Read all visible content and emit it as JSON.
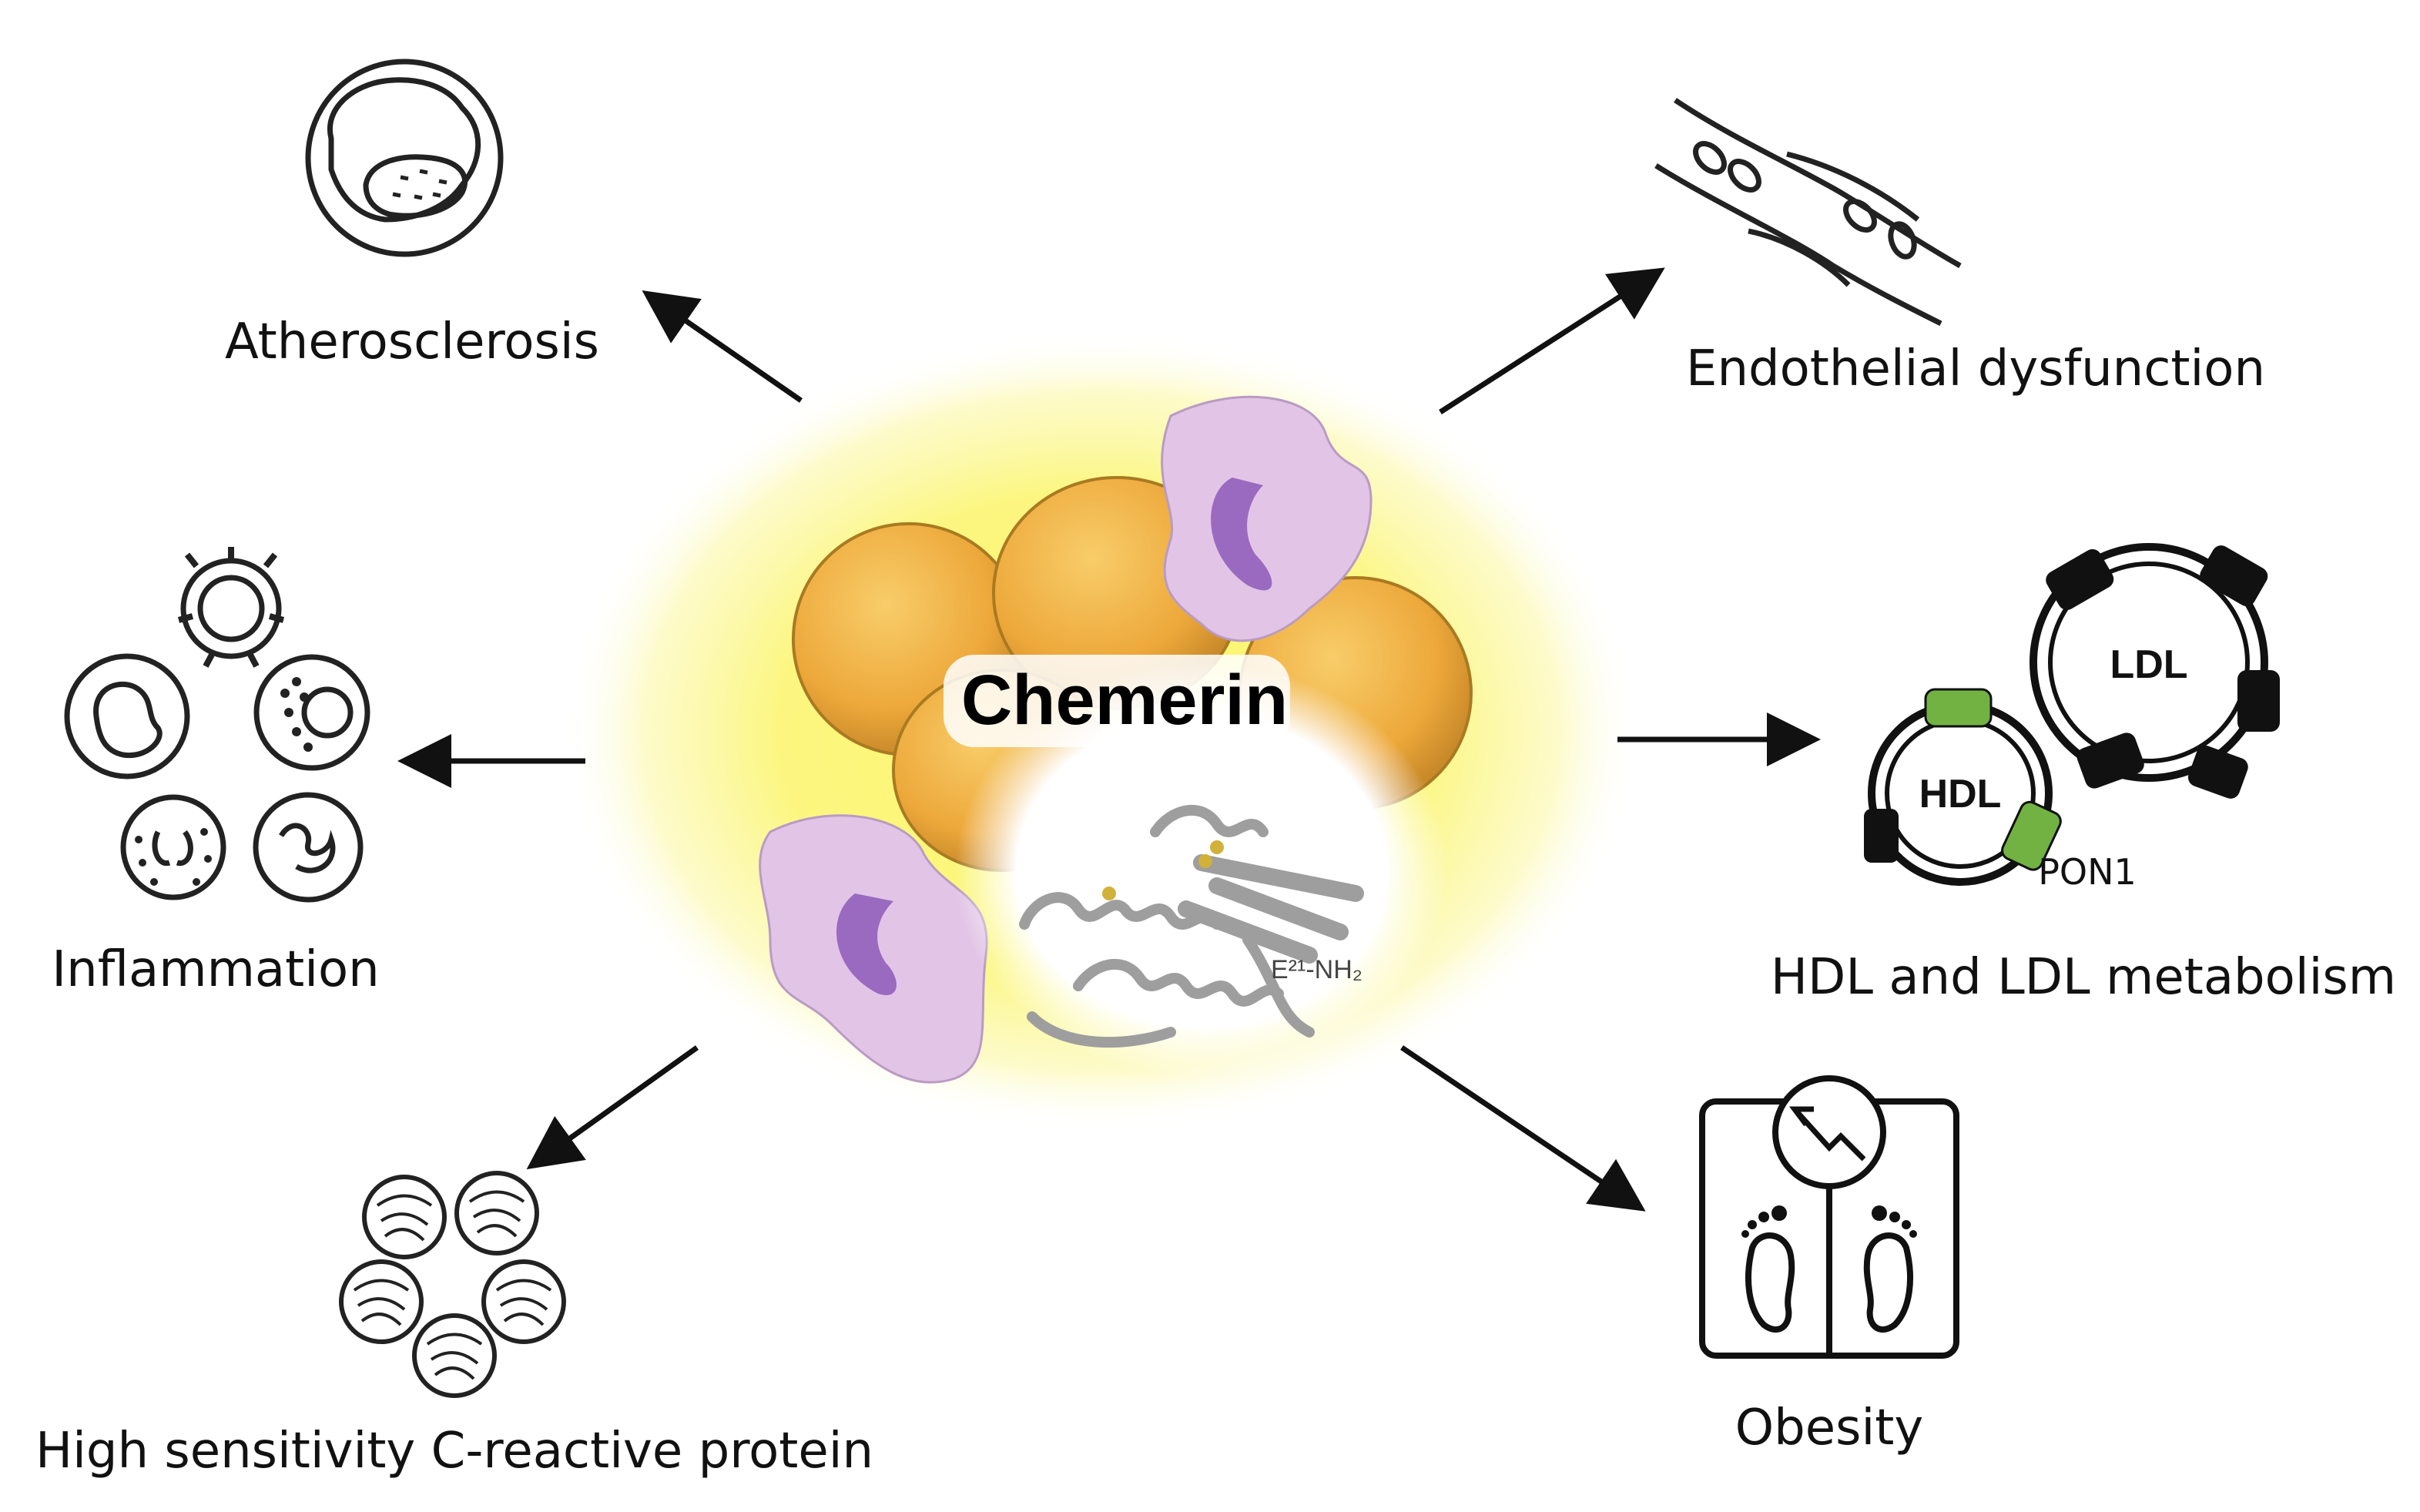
{
  "center": {
    "title": "Chemerin",
    "residue_label": "E²¹-NH₂"
  },
  "nodes": {
    "atherosclerosis": "Atherosclerosis",
    "endothelial": "Endothelial dysfunction",
    "inflammation": "Inflammation",
    "lipids": "HDL and LDL metabolism",
    "hscrp": "High sensitivity C-reactive protein",
    "obesity": "Obesity"
  },
  "lipid_icon": {
    "ldl": "LDL",
    "hdl": "HDL",
    "pon1": "PON1"
  },
  "colors": {
    "glow": "#fbf56a",
    "adipocyte": "#f0b449",
    "macrophage": "#e2c5e6",
    "nucleus": "#9a6ac0",
    "protein": "#a8a8a8",
    "pon1": "#72b243",
    "apolipoprotein": "#111111"
  }
}
